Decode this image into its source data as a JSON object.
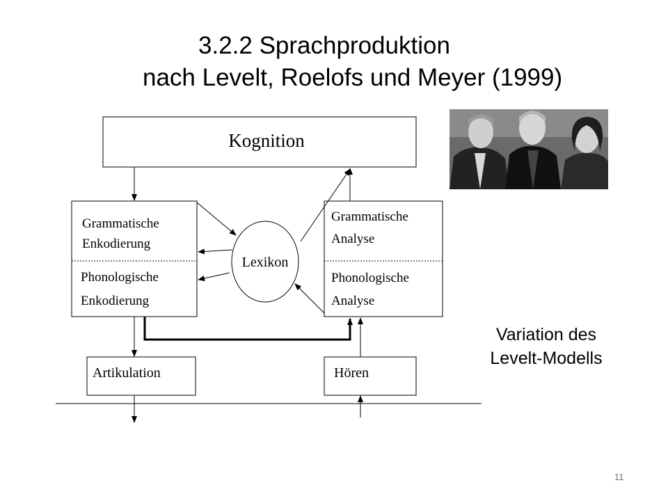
{
  "slide": {
    "title_line1": "3.2.2 Sprachproduktion",
    "title_line2": "nach Levelt, Roelofs und Meyer (1999)",
    "side_note": [
      "Variation des",
      "Levelt-Modells"
    ],
    "page_number": "11"
  },
  "diagram": {
    "kognition": "Kognition",
    "left_box": {
      "top": [
        "Grammatische",
        "Enkodierung"
      ],
      "bottom": [
        "Phonologische",
        "Enkodierung"
      ]
    },
    "right_box": {
      "top": [
        "Grammatische",
        "Analyse"
      ],
      "bottom": [
        "Phonologische",
        "Analyse"
      ]
    },
    "lexikon": "Lexikon",
    "artikulation": "Artikulation",
    "hoeren": "Hören"
  },
  "photo": {
    "description_icon": "portrait-photo-icon"
  }
}
